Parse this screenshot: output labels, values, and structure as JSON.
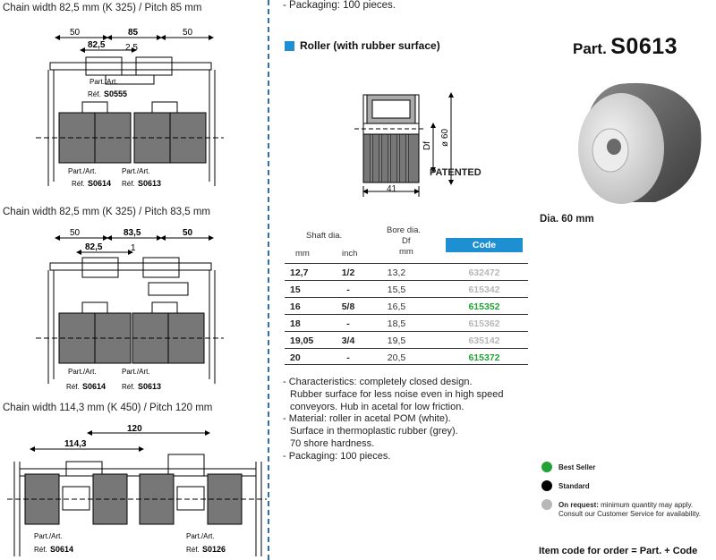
{
  "left": {
    "captions": [
      "Chain width 82,5 mm (K 325) / Pitch 85 mm",
      "Chain width 82,5 mm (K 325) / Pitch 83,5 mm",
      "Chain width 114,3 mm (K 450) / Pitch 120 mm"
    ],
    "diagram1": {
      "dims": [
        "50",
        "85",
        "50",
        "82,5",
        "2,5"
      ],
      "part_art": "Part./Art.",
      "ref_prefix": "Réf.",
      "ref_top": "S0555",
      "ref_left": "S0614",
      "ref_right": "S0613"
    },
    "diagram2": {
      "dims": [
        "50",
        "83,5",
        "50",
        "82,5",
        "1"
      ],
      "part_art": "Part./Art.",
      "ref_prefix": "Réf.",
      "ref_left": "S0614",
      "ref_right": "S0613"
    },
    "diagram3": {
      "dims": [
        "120",
        "114,3"
      ],
      "part_art": "Part./Art.",
      "ref_prefix": "Réf.",
      "ref_left": "S0614",
      "ref_right": "S0126"
    }
  },
  "right": {
    "top_line": "- Packaging: 100 pieces.",
    "section_title": "Roller (with rubber surface)",
    "part_prefix": "Part.",
    "part_code": "S0613",
    "drawing": {
      "width": "41",
      "df": "Df",
      "dia": "ø 60"
    },
    "patented": "PATENTED",
    "dia_label": "Dia. 60 mm",
    "colors": {
      "accent": "#1e8fd0",
      "best_seller": "#22a236",
      "standard": "#000000",
      "on_request": "#b7b7b7"
    },
    "table": {
      "headers": {
        "shaft": "Shaft dia.",
        "mm": "mm",
        "inch": "inch",
        "bore": "Bore dia.",
        "df": "Df",
        "bore_mm": "mm",
        "code": "Code"
      },
      "rows": [
        {
          "mm": "12,7",
          "inch": "1/2",
          "bore": "13,2",
          "code": "632472",
          "status": "on_request"
        },
        {
          "mm": "15",
          "inch": "-",
          "bore": "15,5",
          "code": "615342",
          "status": "on_request"
        },
        {
          "mm": "16",
          "inch": "5/8",
          "bore": "16,5",
          "code": "615352",
          "status": "best_seller"
        },
        {
          "mm": "18",
          "inch": "-",
          "bore": "18,5",
          "code": "615362",
          "status": "on_request"
        },
        {
          "mm": "19,05",
          "inch": "3/4",
          "bore": "19,5",
          "code": "635142",
          "status": "on_request"
        },
        {
          "mm": "20",
          "inch": "-",
          "bore": "20,5",
          "code": "615372",
          "status": "best_seller"
        }
      ]
    },
    "notes": [
      "- Characteristics: completely closed design.",
      "  Rubber surface for less noise even in high speed",
      "  conveyors. Hub in acetal for low friction.",
      "- Material: roller in acetal POM (white).",
      "  Surface in thermoplastic rubber (grey).",
      "  70 shore hardness.",
      "- Packaging: 100 pieces."
    ],
    "legend": {
      "best_seller": "Best Seller",
      "standard": "Standard",
      "on_request_bold": "On request:",
      "on_request_text": " minimum quantity may apply.",
      "on_request_text2": "Consult our Customer Service for availability."
    },
    "item_code": "Item code for order = Part. + Code"
  }
}
